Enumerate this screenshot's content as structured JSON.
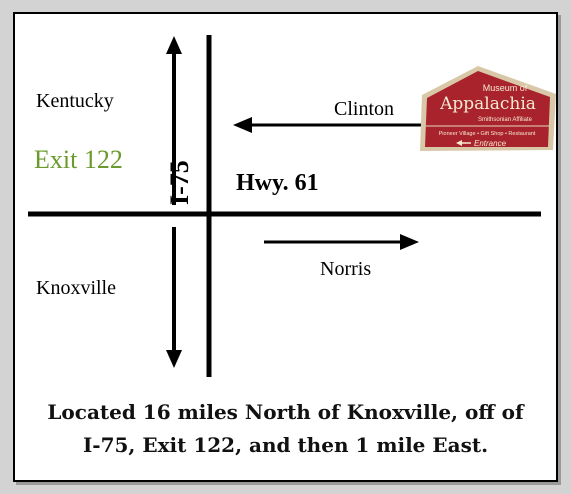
{
  "map": {
    "labels": {
      "kentucky": "Kentucky",
      "exit": "Exit 122",
      "knoxville": "Knoxville",
      "clinton": "Clinton",
      "norris": "Norris",
      "highway": "Hwy. 61",
      "interstate": "I-75"
    },
    "sign": {
      "line1": "Museum of",
      "line2": "Appalachia",
      "line3": "Smithsonian Affiliate",
      "line4": "Pioneer Village • Gift Shop • Restaurant",
      "line5": "Entrance"
    },
    "colors": {
      "exit": "#6b9a2c",
      "sign_red": "#a8232c",
      "sign_border": "#d9c8a8"
    }
  },
  "caption": {
    "line1": "Located 16 miles North of Knoxville, off of",
    "line2": "I-75, Exit 122, and then 1 mile East."
  }
}
